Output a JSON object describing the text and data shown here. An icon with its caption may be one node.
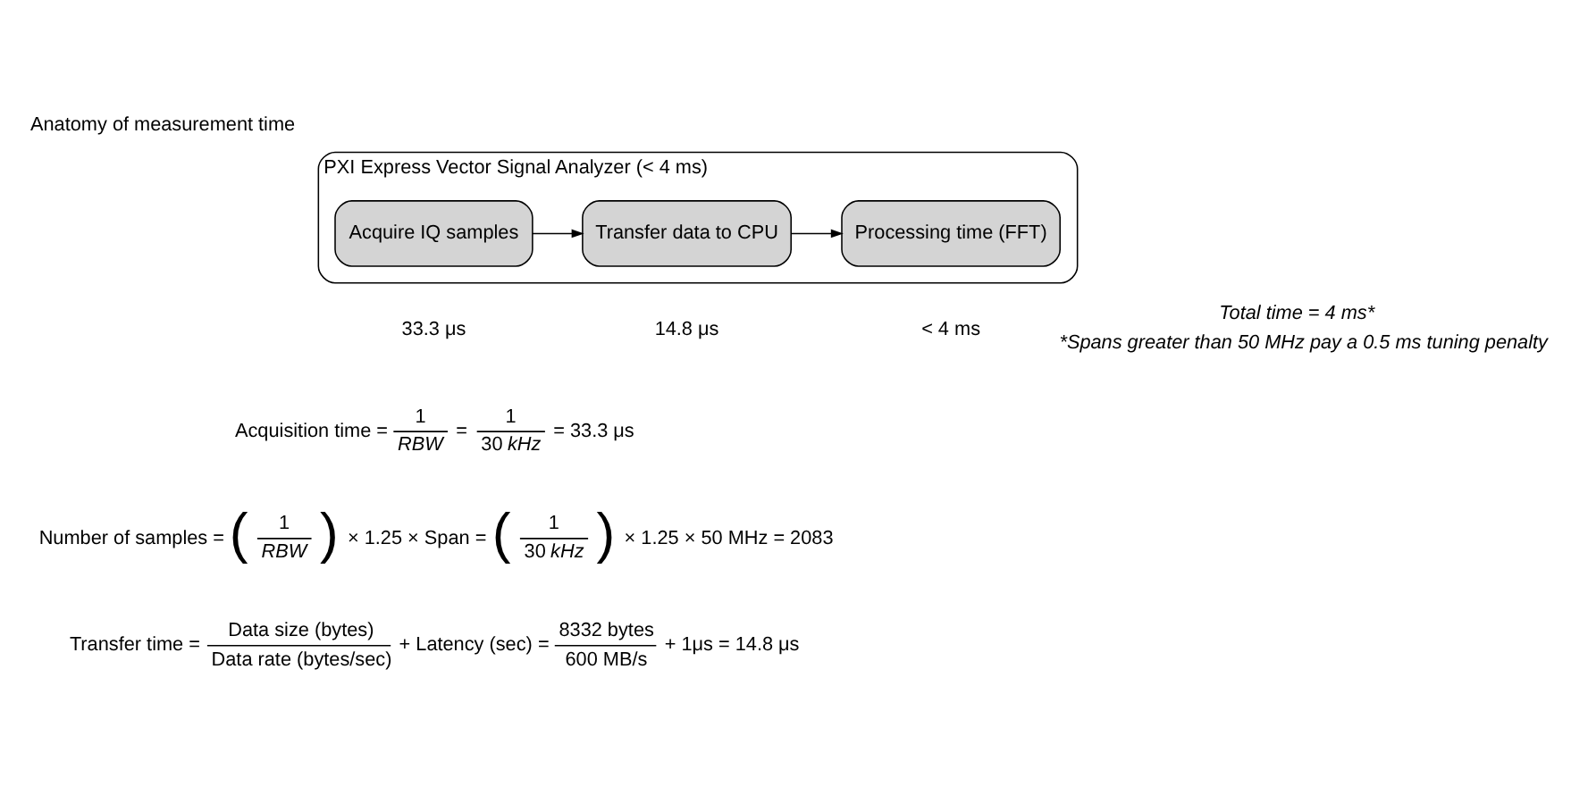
{
  "diagram": {
    "title": "Anatomy of measurement time",
    "nodes": [
      {
        "text": [
          "PXI Express Vector Signal Analyzer (< 4 ms)"
        ]
      },
      {
        "text": [
          "Acquire IQ samples"
        ],
        "in": 0,
        "beside": [
          "33.3 μs"
        ]
      },
      {
        "text": [
          "Transfer data to CPU"
        ],
        "in": 0,
        "beside": [
          "14.8 μs"
        ]
      },
      {
        "text": [
          "Processing time (FFT)"
        ],
        "in": 0,
        "beside": [
          "< 4 ms"
        ]
      }
    ],
    "edges": [
      {
        "from": 1,
        "to": 2,
        "arrow": "to"
      },
      {
        "from": 2,
        "to": 3,
        "arrow": "to"
      }
    ],
    "labels": [
      "Total time = 4 ms*",
      "*Spans greater than 50 MHz pay a 0.5 ms tuning penalty",
      "Acquisition time =",
      "1",
      "RBW",
      "=",
      "1",
      "30 *kHz*",
      "= 33.3 μs",
      "Number of samples =",
      "(",
      "1",
      "RBW",
      ")",
      "× 1.25 × Span =",
      "(",
      "1",
      "30 *kHz*",
      ")",
      "× 1.25 × 50 MHz = 2083",
      "Transfer time =",
      "Data size (bytes)",
      "Data rate (bytes/sec)",
      "+ Latency (sec) =",
      "8332 bytes",
      "600 MB/s",
      "+ 1μs = 14.8 μs"
    ]
  }
}
